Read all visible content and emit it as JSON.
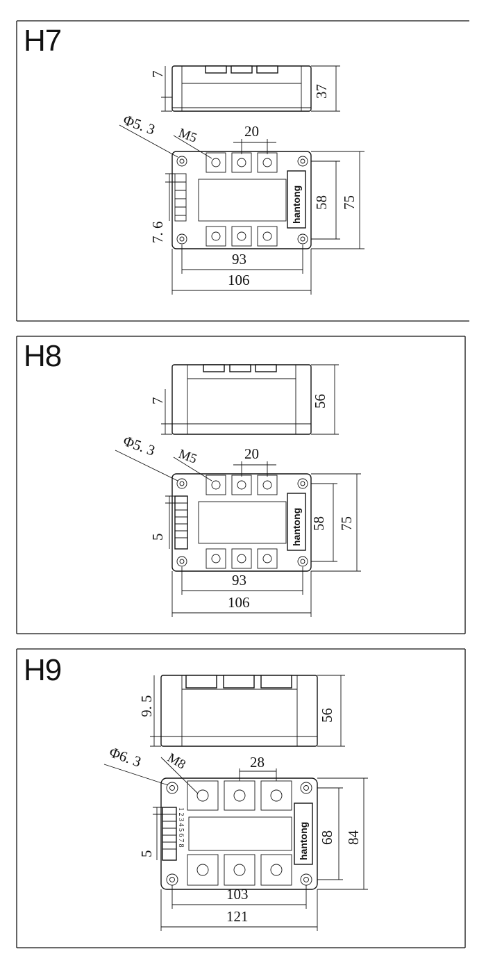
{
  "panels": [
    {
      "title": "H7",
      "brand": "hantong",
      "dims": {
        "side_offset": "7",
        "height": "37",
        "hole_dia": "Φ5. 3",
        "screw": "M5",
        "pitch": "20",
        "terminal": "7. 6",
        "inner_v": "58",
        "outer_v": "75",
        "inner_h": "93",
        "outer_h": "106"
      }
    },
    {
      "title": "H8",
      "brand": "hantong",
      "dims": {
        "side_offset": "7",
        "height": "56",
        "hole_dia": "Φ5. 3",
        "screw": "M5",
        "pitch": "20",
        "terminal": "5",
        "inner_v": "58",
        "outer_v": "75",
        "inner_h": "93",
        "outer_h": "106"
      }
    },
    {
      "title": "H9",
      "brand": "hantong",
      "pins": "1 2 3 4 5 6 7 8",
      "dims": {
        "side_offset": "9. 5",
        "height": "56",
        "hole_dia": "Φ6. 3",
        "screw": "M8",
        "pitch": "28",
        "terminal": "5",
        "inner_v": "68",
        "outer_v": "84",
        "inner_h": "103",
        "outer_h": "121"
      }
    }
  ]
}
